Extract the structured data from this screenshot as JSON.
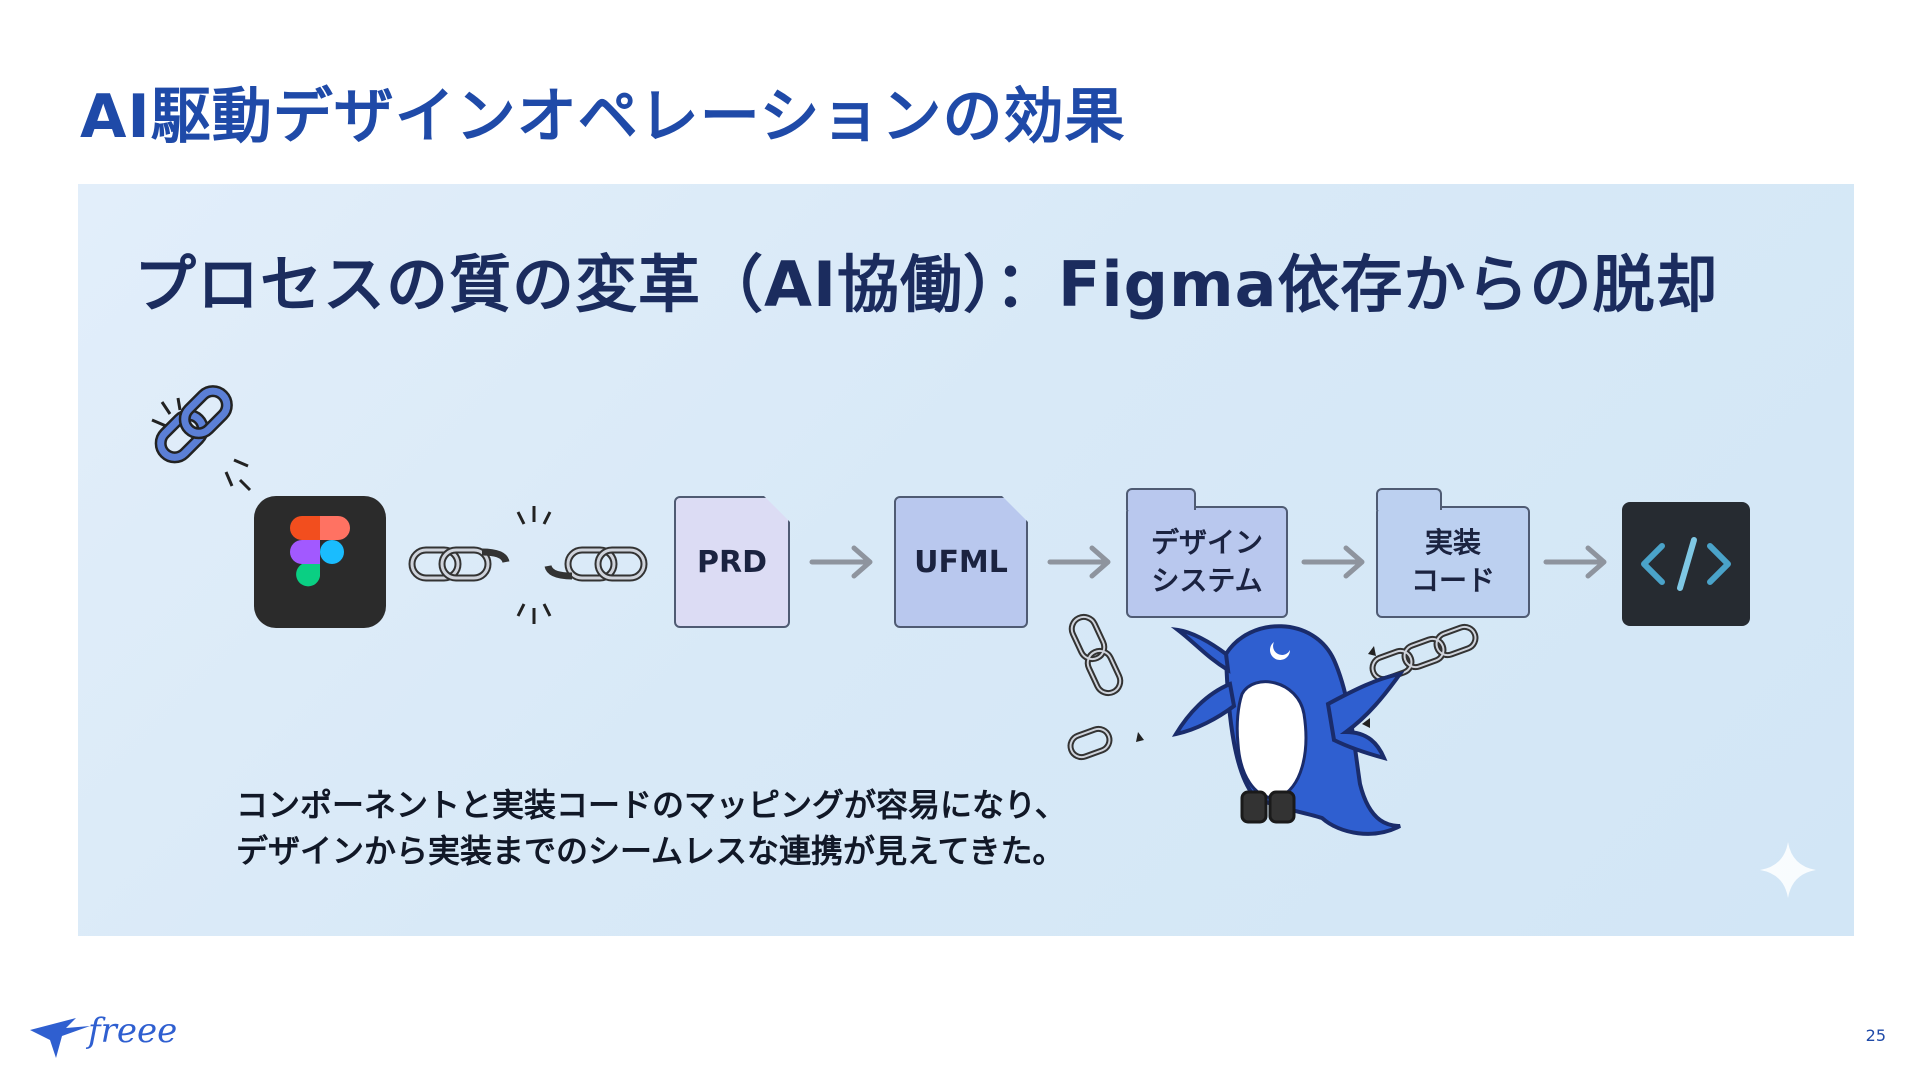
{
  "slide": {
    "title": "AI駆動デザインオペレーションの効果",
    "page_number": "25"
  },
  "panel": {
    "title": "プロセスの質の変革（AI協働）：Figma依存からの脱却",
    "flow": {
      "prd_label": "PRD",
      "ufml_label": "UFML",
      "design_system_line1": "デザイン",
      "design_system_line2": "システム",
      "code_line1": "実装",
      "code_line2": "コード"
    },
    "caption_line1": "コンポーネントと実装コードのマッピングが容易になり、",
    "caption_line2": "デザインから実装までのシームレスな連携が見えてきた。"
  },
  "logo": {
    "text": "freee"
  },
  "colors": {
    "title_blue": "#1f4aa8",
    "panel_bg": "#dcebf8",
    "doc_purple": "#dcdcf4",
    "doc_blue": "#b9c8ee",
    "penguin_blue": "#2f5fd0"
  },
  "icons": [
    "chain-link-icon",
    "figma-icon",
    "broken-chain-icon",
    "arrow-right-icon",
    "code-icon",
    "sparkle-icon",
    "penguin-mascot",
    "freee-logo-bird"
  ]
}
